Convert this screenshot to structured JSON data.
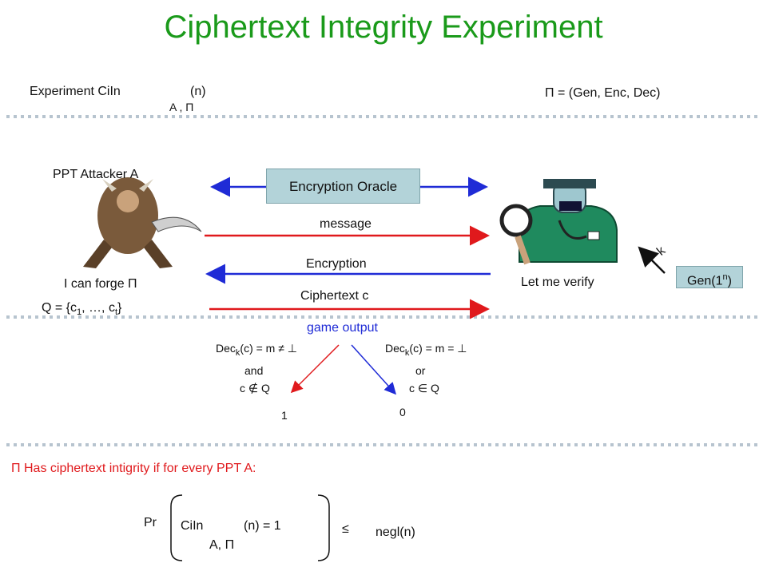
{
  "title": "Ciphertext Integrity Experiment",
  "experiment": {
    "name": "Experiment CiIn",
    "arg": "(n)",
    "sub": "A , Π"
  },
  "scheme": "Π = (Gen, Enc, Dec)",
  "attacker": {
    "label": "PPT Attacker A",
    "claim": "I can forge Π",
    "queries_prefix": "Q = {c",
    "queries_sub1": "1",
    "queries_mid": ", …, c",
    "queries_sub2": "t",
    "queries_suffix": "}"
  },
  "oracle_label": "Encryption Oracle",
  "message_label": "message",
  "encryption_label": "Encryption",
  "ciphertext_label": "Ciphertext c",
  "verifier_label": "Let me verify",
  "key_label": "k",
  "gen": {
    "base": "Gen(1",
    "exp": "n",
    "close": ")"
  },
  "game_output_label": "game output",
  "branch_left": {
    "dec": "Dec",
    "sub": "k",
    "rest": "(c) = m ≠ ⊥",
    "conj": "and",
    "cond": "c ∉ Q",
    "result": "1"
  },
  "branch_right": {
    "dec": "Dec",
    "sub": "k",
    "rest": "(c) = m = ⊥",
    "conj": "or",
    "cond": "c ∈ Q",
    "result": "0"
  },
  "definition": "Π Has ciphertext intigrity if for every PPT A:",
  "formula": {
    "pr": "Pr",
    "ciin": "CiIn",
    "arg": "(n) = 1",
    "sub": "A, Π",
    "leq": "≤",
    "bound": "negl(n)"
  },
  "colors": {
    "title": "#1a9a1a",
    "red_arrow": "#e0191c",
    "blue_arrow": "#1f2bd6",
    "oracle_fill": "#b3d3d9"
  }
}
